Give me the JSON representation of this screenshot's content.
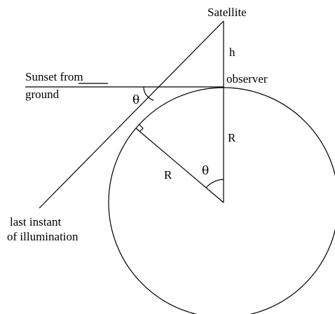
{
  "labels": {
    "satellite": "Satellite",
    "h": "h",
    "sunset_line1": "Sunset from",
    "sunset_line2": "ground",
    "observer": "observer",
    "theta_left": "θ",
    "radius_vertical": "R",
    "radius_diagonal": "R",
    "theta_center": "θ",
    "last_line1": "last instant",
    "last_line2": "of illumination"
  },
  "colors": {
    "ink": "#000000",
    "background": "#ffffff"
  }
}
